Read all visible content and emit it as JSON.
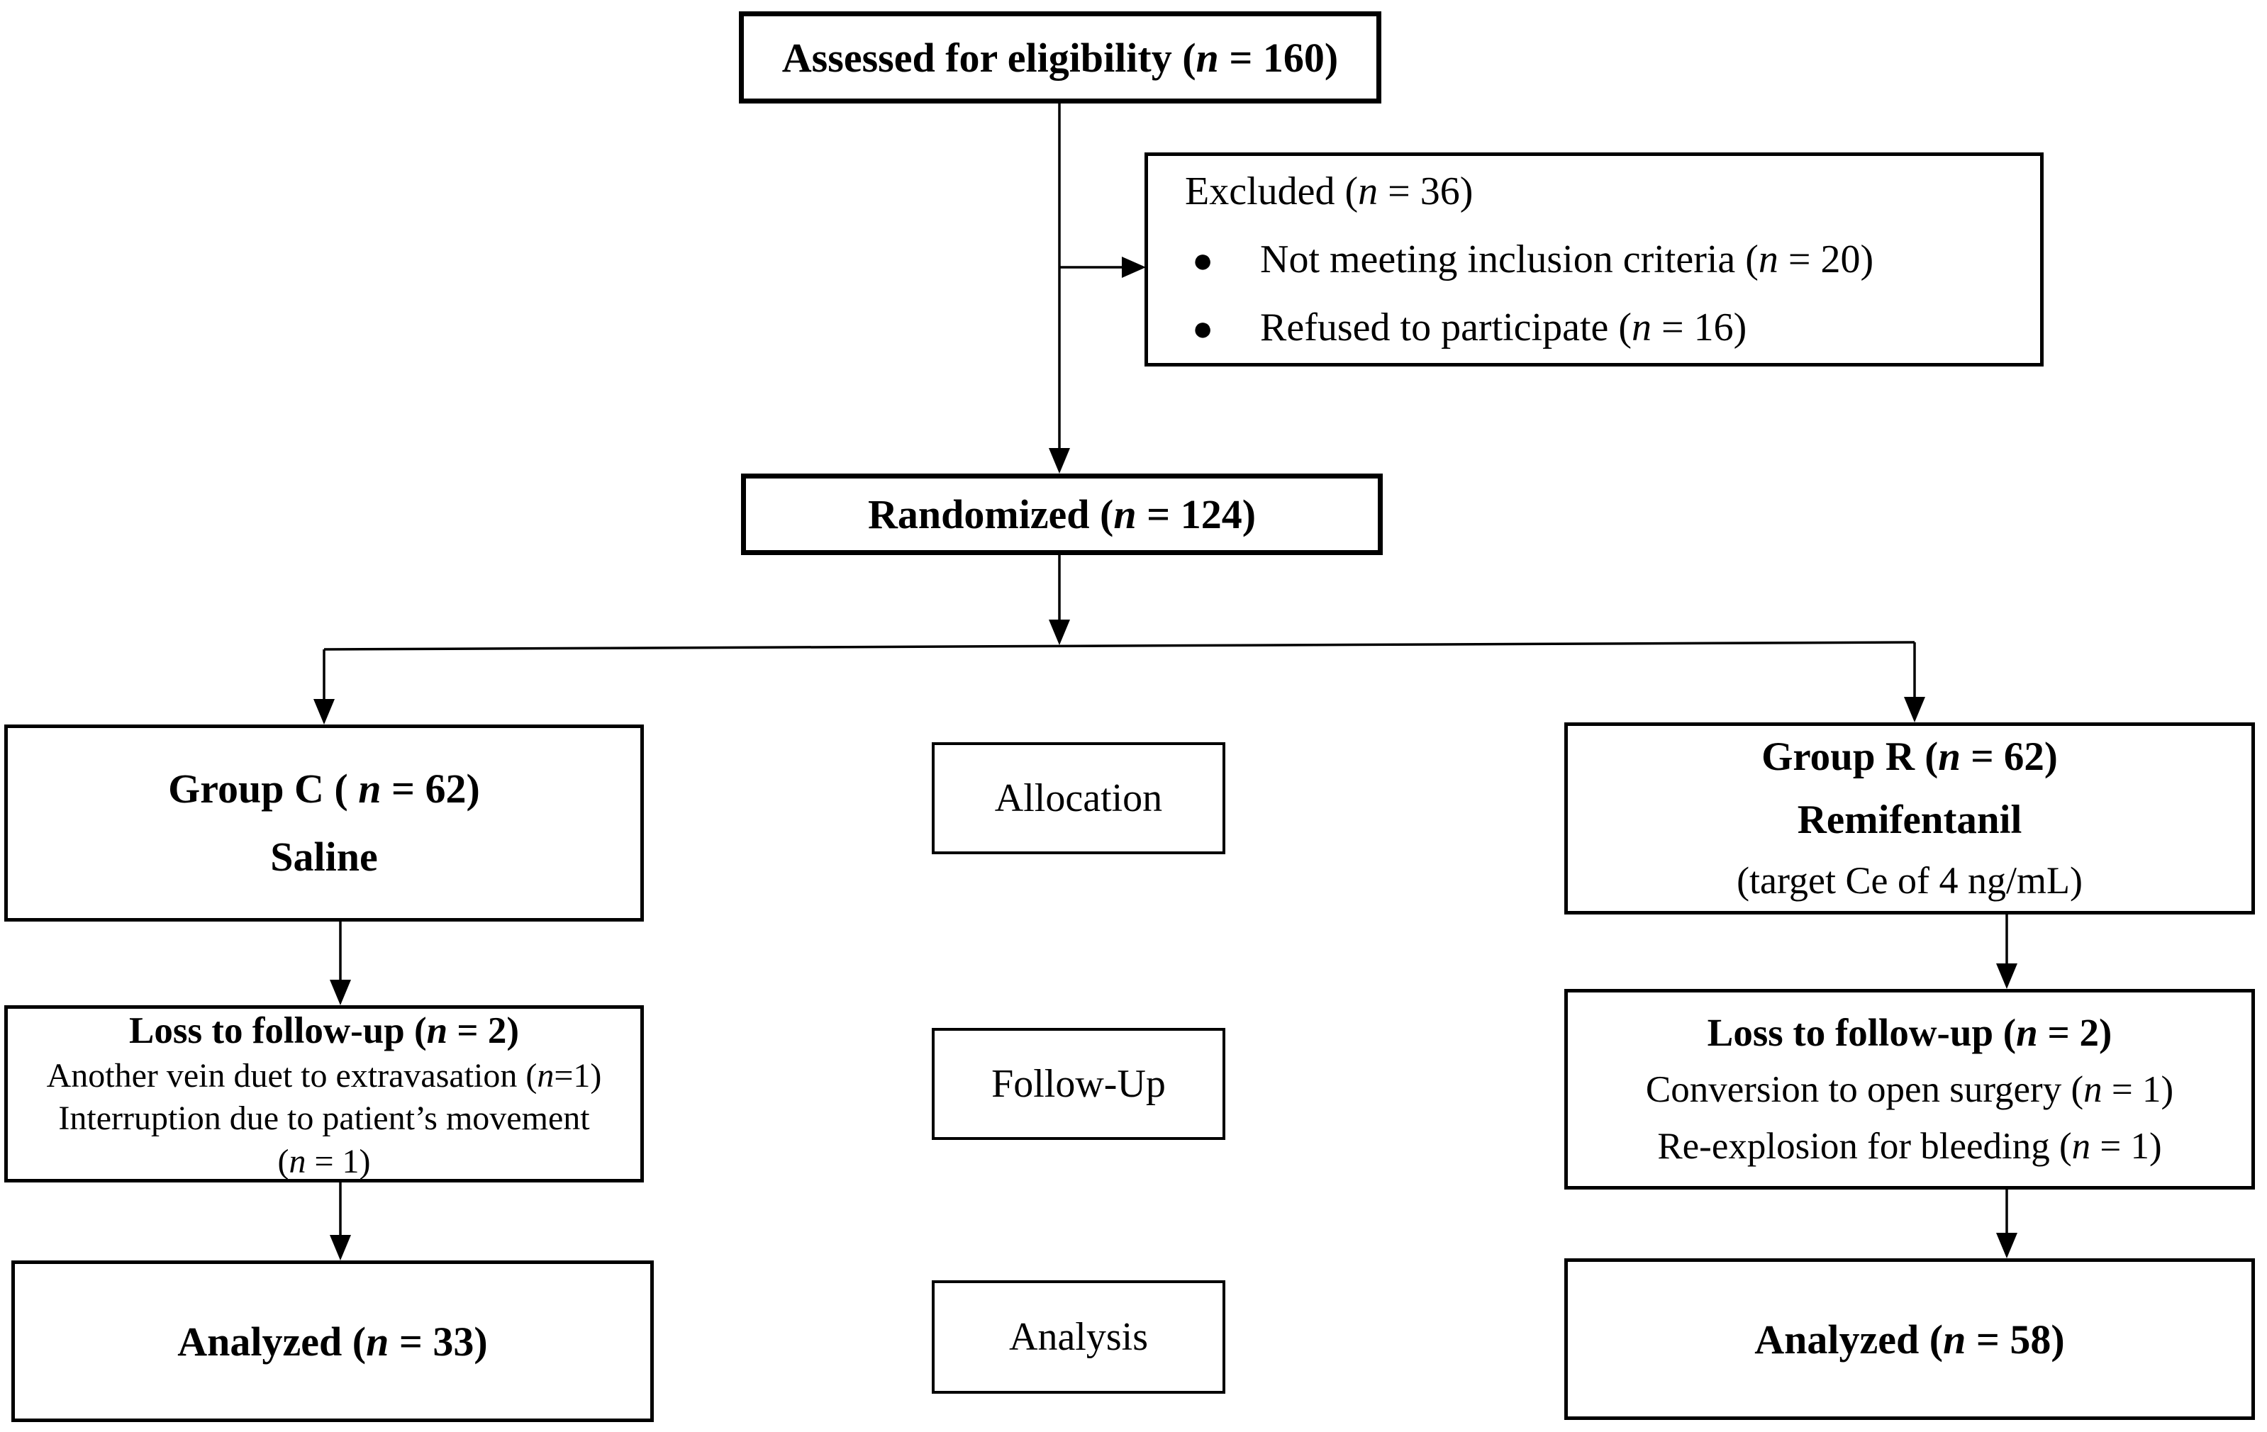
{
  "diagram": {
    "title": "CONSORT participant flow diagram",
    "colors": {
      "line": "#000000",
      "background": "#ffffff",
      "text": "#000000"
    },
    "bullet_glyph": "●",
    "nodes": {
      "assessed": {
        "line": {
          "pre": "Assessed for eligibility (",
          "n": "n",
          "post": " = 160)"
        }
      },
      "excluded": {
        "title": {
          "pre": "Excluded (",
          "n": "n",
          "post": " = 36)"
        },
        "items": [
          {
            "pre": "Not meeting inclusion criteria (",
            "n": "n",
            "post": " = 20)"
          },
          {
            "pre": "Refused to participate (",
            "n": "n",
            "post": " = 16)"
          }
        ]
      },
      "randomized": {
        "line": {
          "pre": "Randomized (",
          "n": "n",
          "post": " = 124)"
        }
      },
      "group_c": {
        "line1": {
          "pre": "Group C ( ",
          "n": "n",
          "post": " = 62)"
        },
        "line2": "Saline"
      },
      "allocation": {
        "label": "Allocation"
      },
      "group_r": {
        "line1": {
          "pre": "Group R (",
          "n": "n",
          "post": " = 62)"
        },
        "line2": "Remifentanil",
        "line3": "(target Ce of 4 ng/mL)"
      },
      "loss_left": {
        "title": {
          "pre": "Loss to follow-up (",
          "n": "n",
          "post": " = 2)"
        },
        "items": [
          {
            "pre": "Another vein duet to extravasation (",
            "n": "n",
            "post": "=1)"
          },
          {
            "pre": "Interruption due to patient’s movement",
            "n": "",
            "post": ""
          },
          {
            "pre": "(",
            "n": "n",
            "post": " = 1)"
          }
        ]
      },
      "follow_up": {
        "label": "Follow-Up"
      },
      "loss_right": {
        "title": {
          "pre": "Loss to follow-up (",
          "n": "n",
          "post": " = 2)"
        },
        "items": [
          {
            "pre": "Conversion to open surgery (",
            "n": "n",
            "post": " = 1)"
          },
          {
            "pre": "Re-explosion for bleeding (",
            "n": "n",
            "post": " = 1)"
          }
        ]
      },
      "analysis": {
        "label": "Analysis"
      },
      "analyzed_left": {
        "line": {
          "pre": "Analyzed (",
          "n": "n",
          "post": " = 33)"
        }
      },
      "analyzed_right": {
        "line": {
          "pre": "Analyzed (",
          "n": "n",
          "post": " = 58)"
        }
      }
    }
  }
}
